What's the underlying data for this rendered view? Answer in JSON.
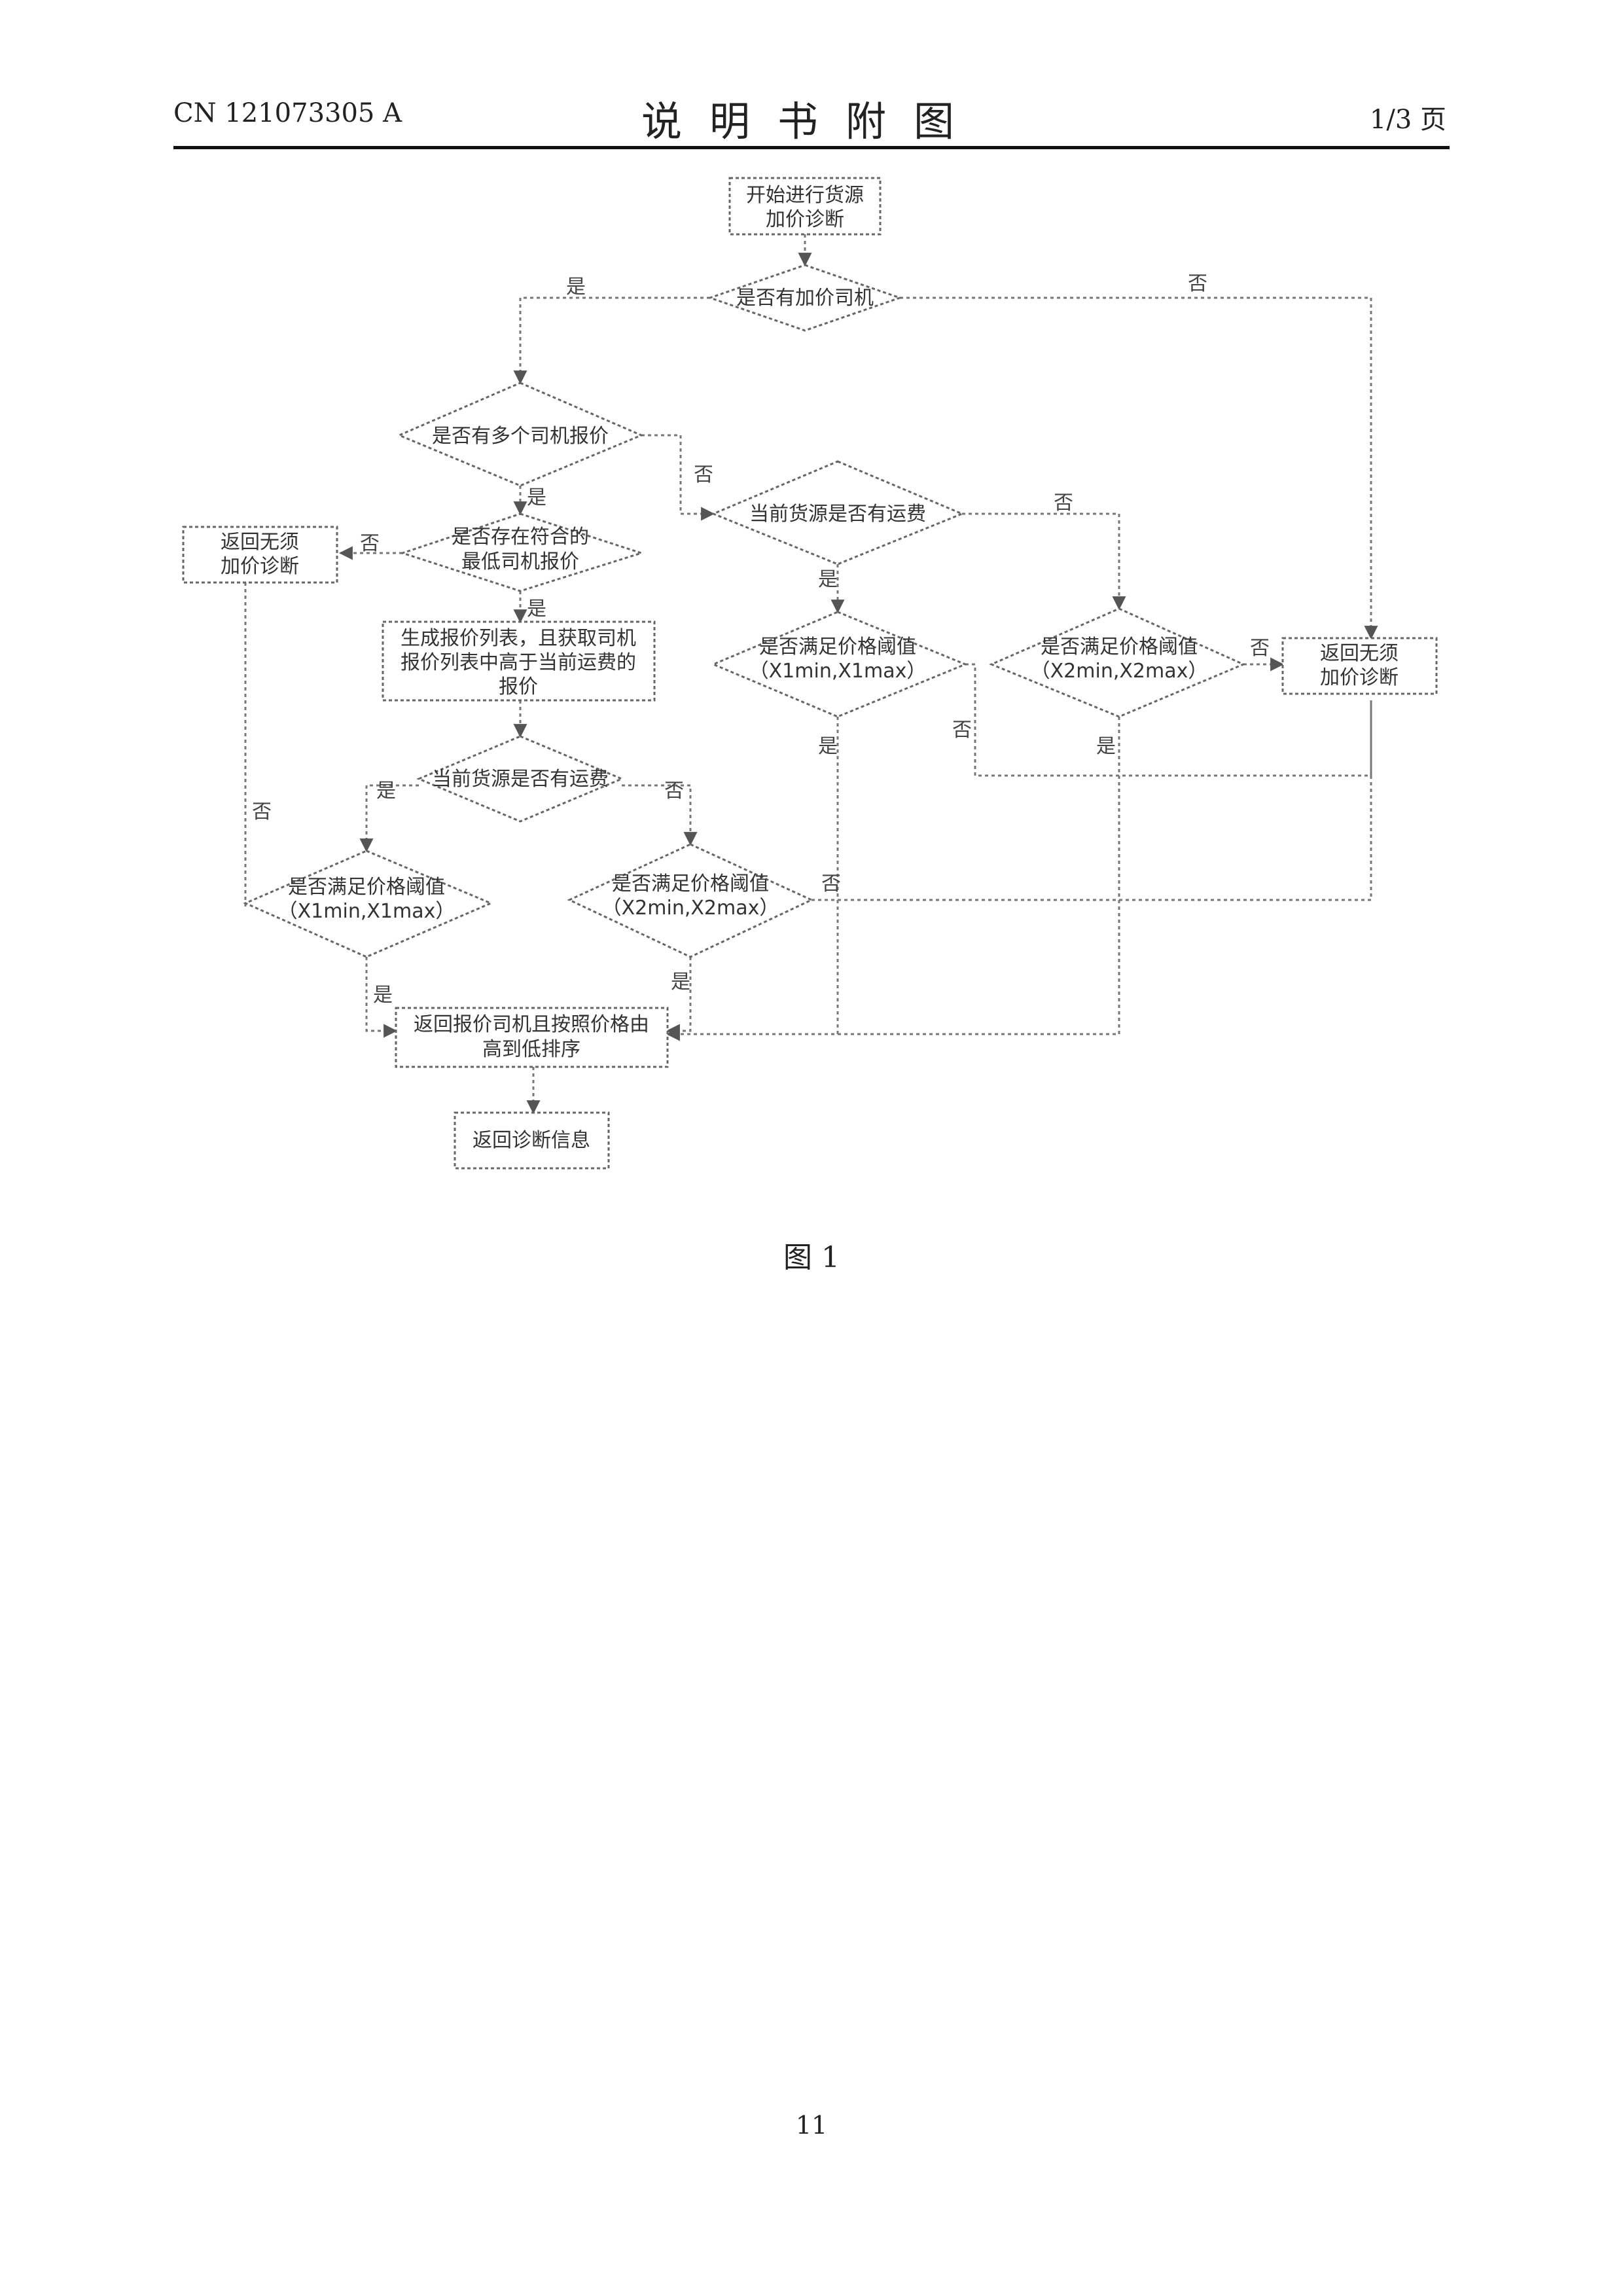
{
  "header": {
    "left": "CN 121073305 A",
    "center": "说明书附图",
    "right": "1/3 页"
  },
  "figure_caption": "图 1",
  "page_number": "11",
  "nodes": {
    "start": [
      "开始进行货源",
      "加价诊断"
    ],
    "q_has_raise_driver": [
      "是否有加价司机"
    ],
    "q_multi_driver_quote": [
      "是否有多个司机报价"
    ],
    "q_has_lowest_quote": [
      "是否存在符合的",
      "最低司机报价"
    ],
    "return_no_raise_left": [
      "返回无须",
      "加价诊断"
    ],
    "generate_quote_list": [
      "生成报价列表，且获取司机",
      "报价列表中高于当前运费的",
      "报价"
    ],
    "q_current_freight_mid": [
      "当前货源是否有运费"
    ],
    "q_threshold_x1_left": [
      "是否满足价格阈值",
      "（X1min,X1max）"
    ],
    "q_threshold_x2_mid": [
      "是否满足价格阈值",
      "（X2min,X2max）"
    ],
    "return_sorted": [
      "返回报价司机且按照价格由",
      "高到低排序"
    ],
    "return_diag": [
      "返回诊断信息"
    ],
    "q_current_freight_right": [
      "当前货源是否有运费"
    ],
    "q_threshold_x1_right": [
      "是否满足价格阈值",
      "（X1min,X1max）"
    ],
    "q_threshold_x2_right": [
      "是否满足价格阈值",
      "（X2min,X2max）"
    ],
    "return_no_raise_right": [
      "返回无须",
      "加价诊断"
    ]
  },
  "edge_labels": {
    "yes": "是",
    "no": "否"
  }
}
